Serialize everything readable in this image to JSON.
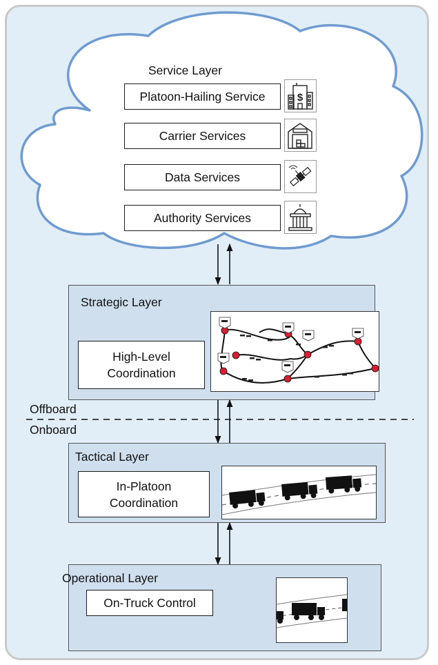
{
  "service_layer": {
    "title": "Service Layer",
    "services": [
      {
        "label": "Platoon-Hailing Service",
        "icon": "building-dollar-icon"
      },
      {
        "label": "Carrier Services",
        "icon": "warehouse-icon"
      },
      {
        "label": "Data Services",
        "icon": "satellite-icon"
      },
      {
        "label": "Authority Services",
        "icon": "government-building-icon"
      }
    ]
  },
  "strategic_layer": {
    "title": "Strategic Layer",
    "box_line1": "High-Level",
    "box_line2": "Coordination"
  },
  "boundary": {
    "offboard": "Offboard",
    "onboard": "Onboard"
  },
  "tactical_layer": {
    "title": "Tactical Layer",
    "box_line1": "In-Platoon",
    "box_line2": "Coordination"
  },
  "operational_layer": {
    "title": "Operational Layer",
    "box": "On-Truck Control"
  },
  "colors": {
    "background": "#e1eef7",
    "layer_fill": "#d0dfee",
    "cloud_outline": "#6f9bd1",
    "node_red": "#d42032"
  }
}
